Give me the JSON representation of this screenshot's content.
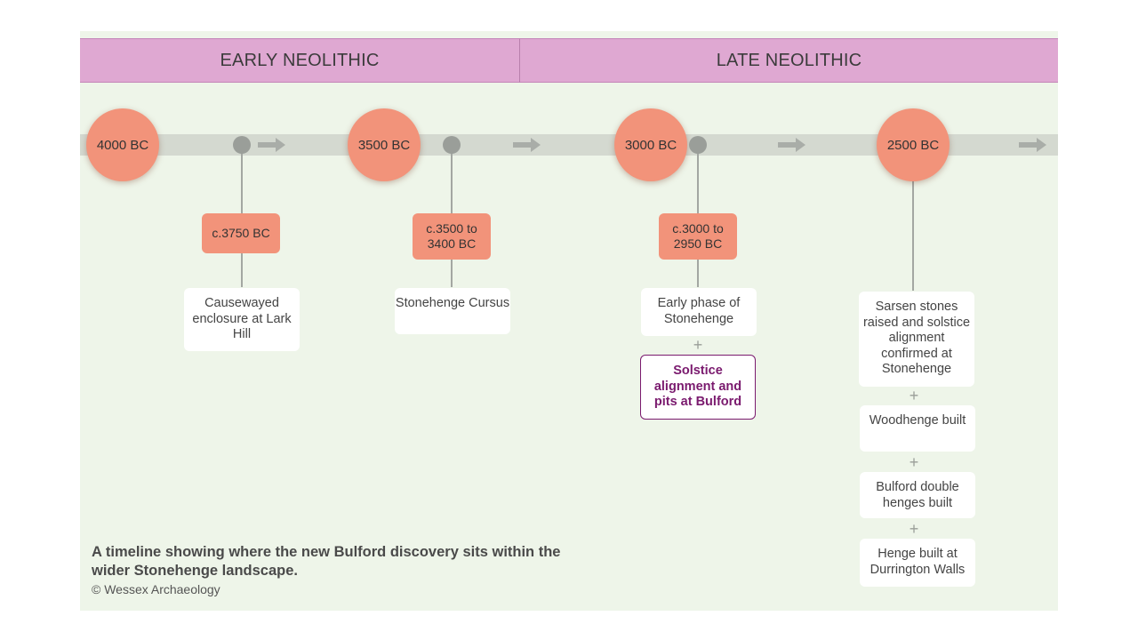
{
  "periods": {
    "early": "EARLY NEOLITHIC",
    "late": "LATE NEOLITHIC"
  },
  "years": [
    "4000 BC",
    "3500 BC",
    "3000 BC",
    "2500 BC"
  ],
  "dates": {
    "d1": "c.3750 BC",
    "d2": "c.3500 to 3400 BC",
    "d3": "c.3000 to 2950 BC"
  },
  "events": {
    "causewayed": "Causewayed enclosure at Lark Hill",
    "cursus": "Stonehenge Cursus",
    "early_phase": "Early phase of Stonehenge",
    "solstice_bulford": "Solstice alignment and pits at Bulford",
    "sarsen": "Sarsen stones raised and solstice alignment confirmed at Stonehenge",
    "woodhenge": "Woodhenge built",
    "bulford_henges": "Bulford double henges built",
    "durrington": "Henge built at Durrington Walls"
  },
  "plus_sign": "+",
  "caption": {
    "text": "A timeline showing where the new Bulford discovery sits within the wider Stonehenge landscape.",
    "credit": "© Wessex Archaeology"
  },
  "colors": {
    "period_band": "#dfa8d2",
    "year_circle": "#f2937a",
    "highlight": "#7a1a6e",
    "background": "#eef5e9"
  },
  "icons": {
    "track_arrow": "right-arrow-icon",
    "connector_dot": "dot-icon"
  }
}
